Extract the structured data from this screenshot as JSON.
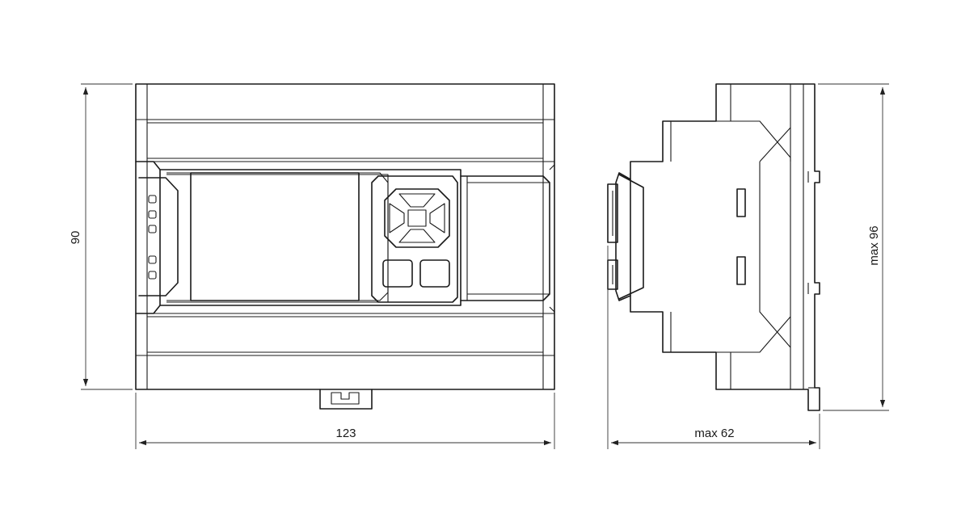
{
  "dimensions": {
    "front_height": "90",
    "front_width": "123",
    "side_height": "max 96",
    "side_width": "max 62"
  }
}
